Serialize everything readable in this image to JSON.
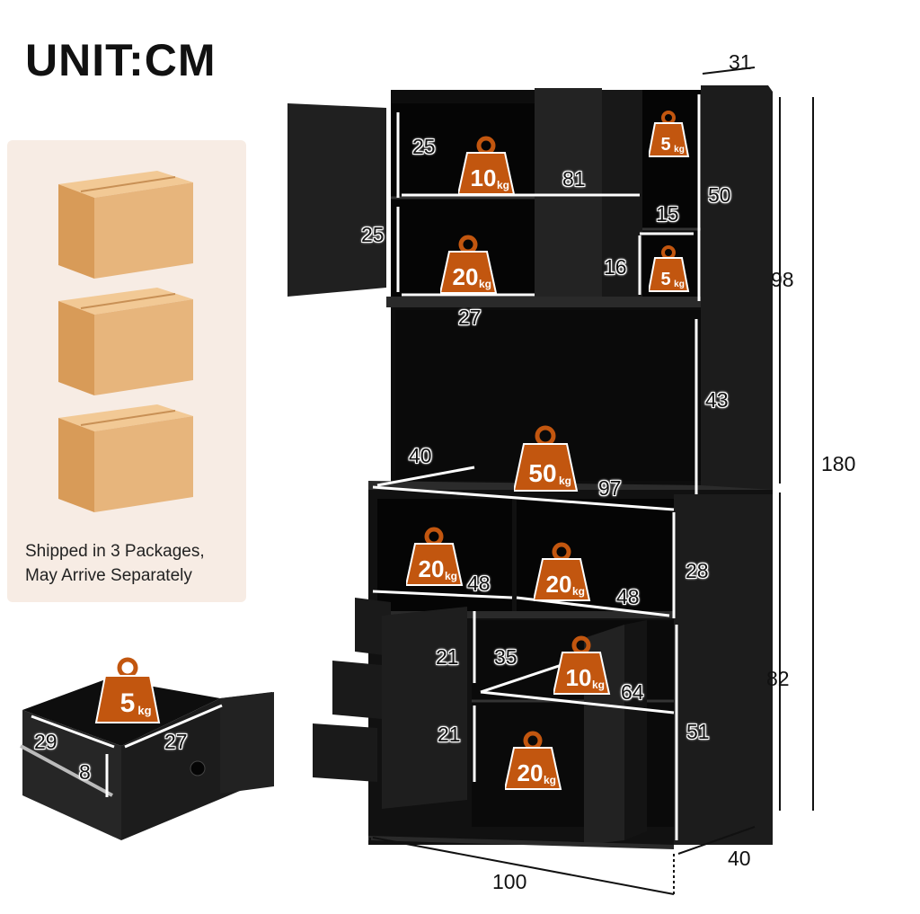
{
  "title": "UNIT:CM",
  "packages": {
    "line1": "Shipped in 3 Packages,",
    "line2": "May Arrive Separately",
    "count": 3
  },
  "drawer": {
    "weight_value": "5",
    "weight_unit": "kg",
    "width": "29",
    "depth": "27",
    "height": "8"
  },
  "weights": {
    "top_left_upper": {
      "value": "10",
      "unit": "kg"
    },
    "top_left_lower": {
      "value": "20",
      "unit": "kg"
    },
    "top_right_upper": {
      "value": "5",
      "unit": "kg"
    },
    "top_right_lower": {
      "value": "5",
      "unit": "kg"
    },
    "counter": {
      "value": "50",
      "unit": "kg"
    },
    "mid_left": {
      "value": "20",
      "unit": "kg"
    },
    "mid_right": {
      "value": "20",
      "unit": "kg"
    },
    "bottom_upper": {
      "value": "10",
      "unit": "kg"
    },
    "bottom_lower": {
      "value": "20",
      "unit": "kg"
    }
  },
  "dimensions": {
    "top_depth": "31",
    "shelf_h1": "25",
    "shelf_h2": "25",
    "top_width": "81",
    "right_col_h": "50",
    "small_w": "15",
    "small_h": "16",
    "top_shelf_w": "27",
    "upper_total": "98",
    "total_height": "180",
    "open_h": "43",
    "counter_depth": "40",
    "counter_width": "97",
    "cube_h": "28",
    "cube_w1": "48",
    "cube_w2": "48",
    "lower_total": "82",
    "bottom_shelf_h1": "21",
    "bottom_shelf_d": "35",
    "bottom_w": "64",
    "bottom_shelf_h2": "21",
    "bottom_right_h": "51",
    "base_width": "100",
    "base_depth": "40"
  },
  "colors": {
    "weight_badge": "#c2560f",
    "cabinet": "#1c1c1c",
    "box": "#e7b57c",
    "panel": "#f7ece4"
  }
}
